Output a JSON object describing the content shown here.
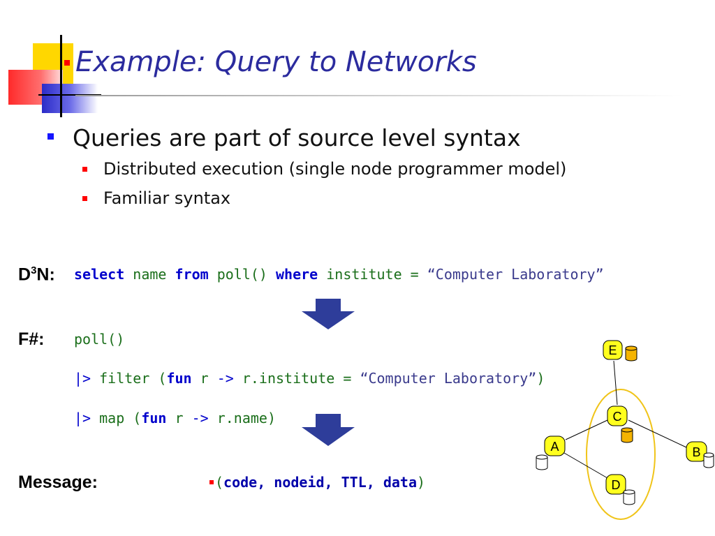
{
  "title": "Example: Query to Networks",
  "bullets": {
    "main": "Queries are part of source level syntax",
    "sub1": "Distributed execution (single node programmer model)",
    "sub2": "Familiar syntax"
  },
  "d3n": {
    "label_base": "D",
    "label_sup": "3",
    "label_tail": "N:",
    "kw_select": "select",
    "name": " name ",
    "kw_from": "from",
    "poll": " poll() ",
    "kw_where": "where",
    "cond": " institute = ",
    "str": "“Computer Laboratory”"
  },
  "fsharp": {
    "label": "F#:",
    "line1": "poll()",
    "line2_pipe": "|>",
    "line2_a": " filter (",
    "line2_fun": "fun",
    "line2_b": " r ",
    "line2_arrow": "->",
    "line2_c": " r.institute = ",
    "line2_str": "“Computer Laboratory”",
    "line2_d": ")",
    "line3_pipe": "|>",
    "line3_a": " map (",
    "line3_fun": "fun",
    "line3_b": " r ",
    "line3_arrow": "->",
    "line3_c": " r.name)"
  },
  "message": {
    "label": "Message:",
    "open": "(",
    "fields": "code, nodeid, TTL, data",
    "close": ")"
  },
  "network": {
    "nodes": [
      "E",
      "C",
      "A",
      "B",
      "D"
    ]
  },
  "colors": {
    "title": "#2b2b9e",
    "node_fill": "#ffff1e",
    "selection_ellipse": "#f0c419",
    "arrow": "#2e3d9a",
    "db_active": "#f5b400"
  }
}
